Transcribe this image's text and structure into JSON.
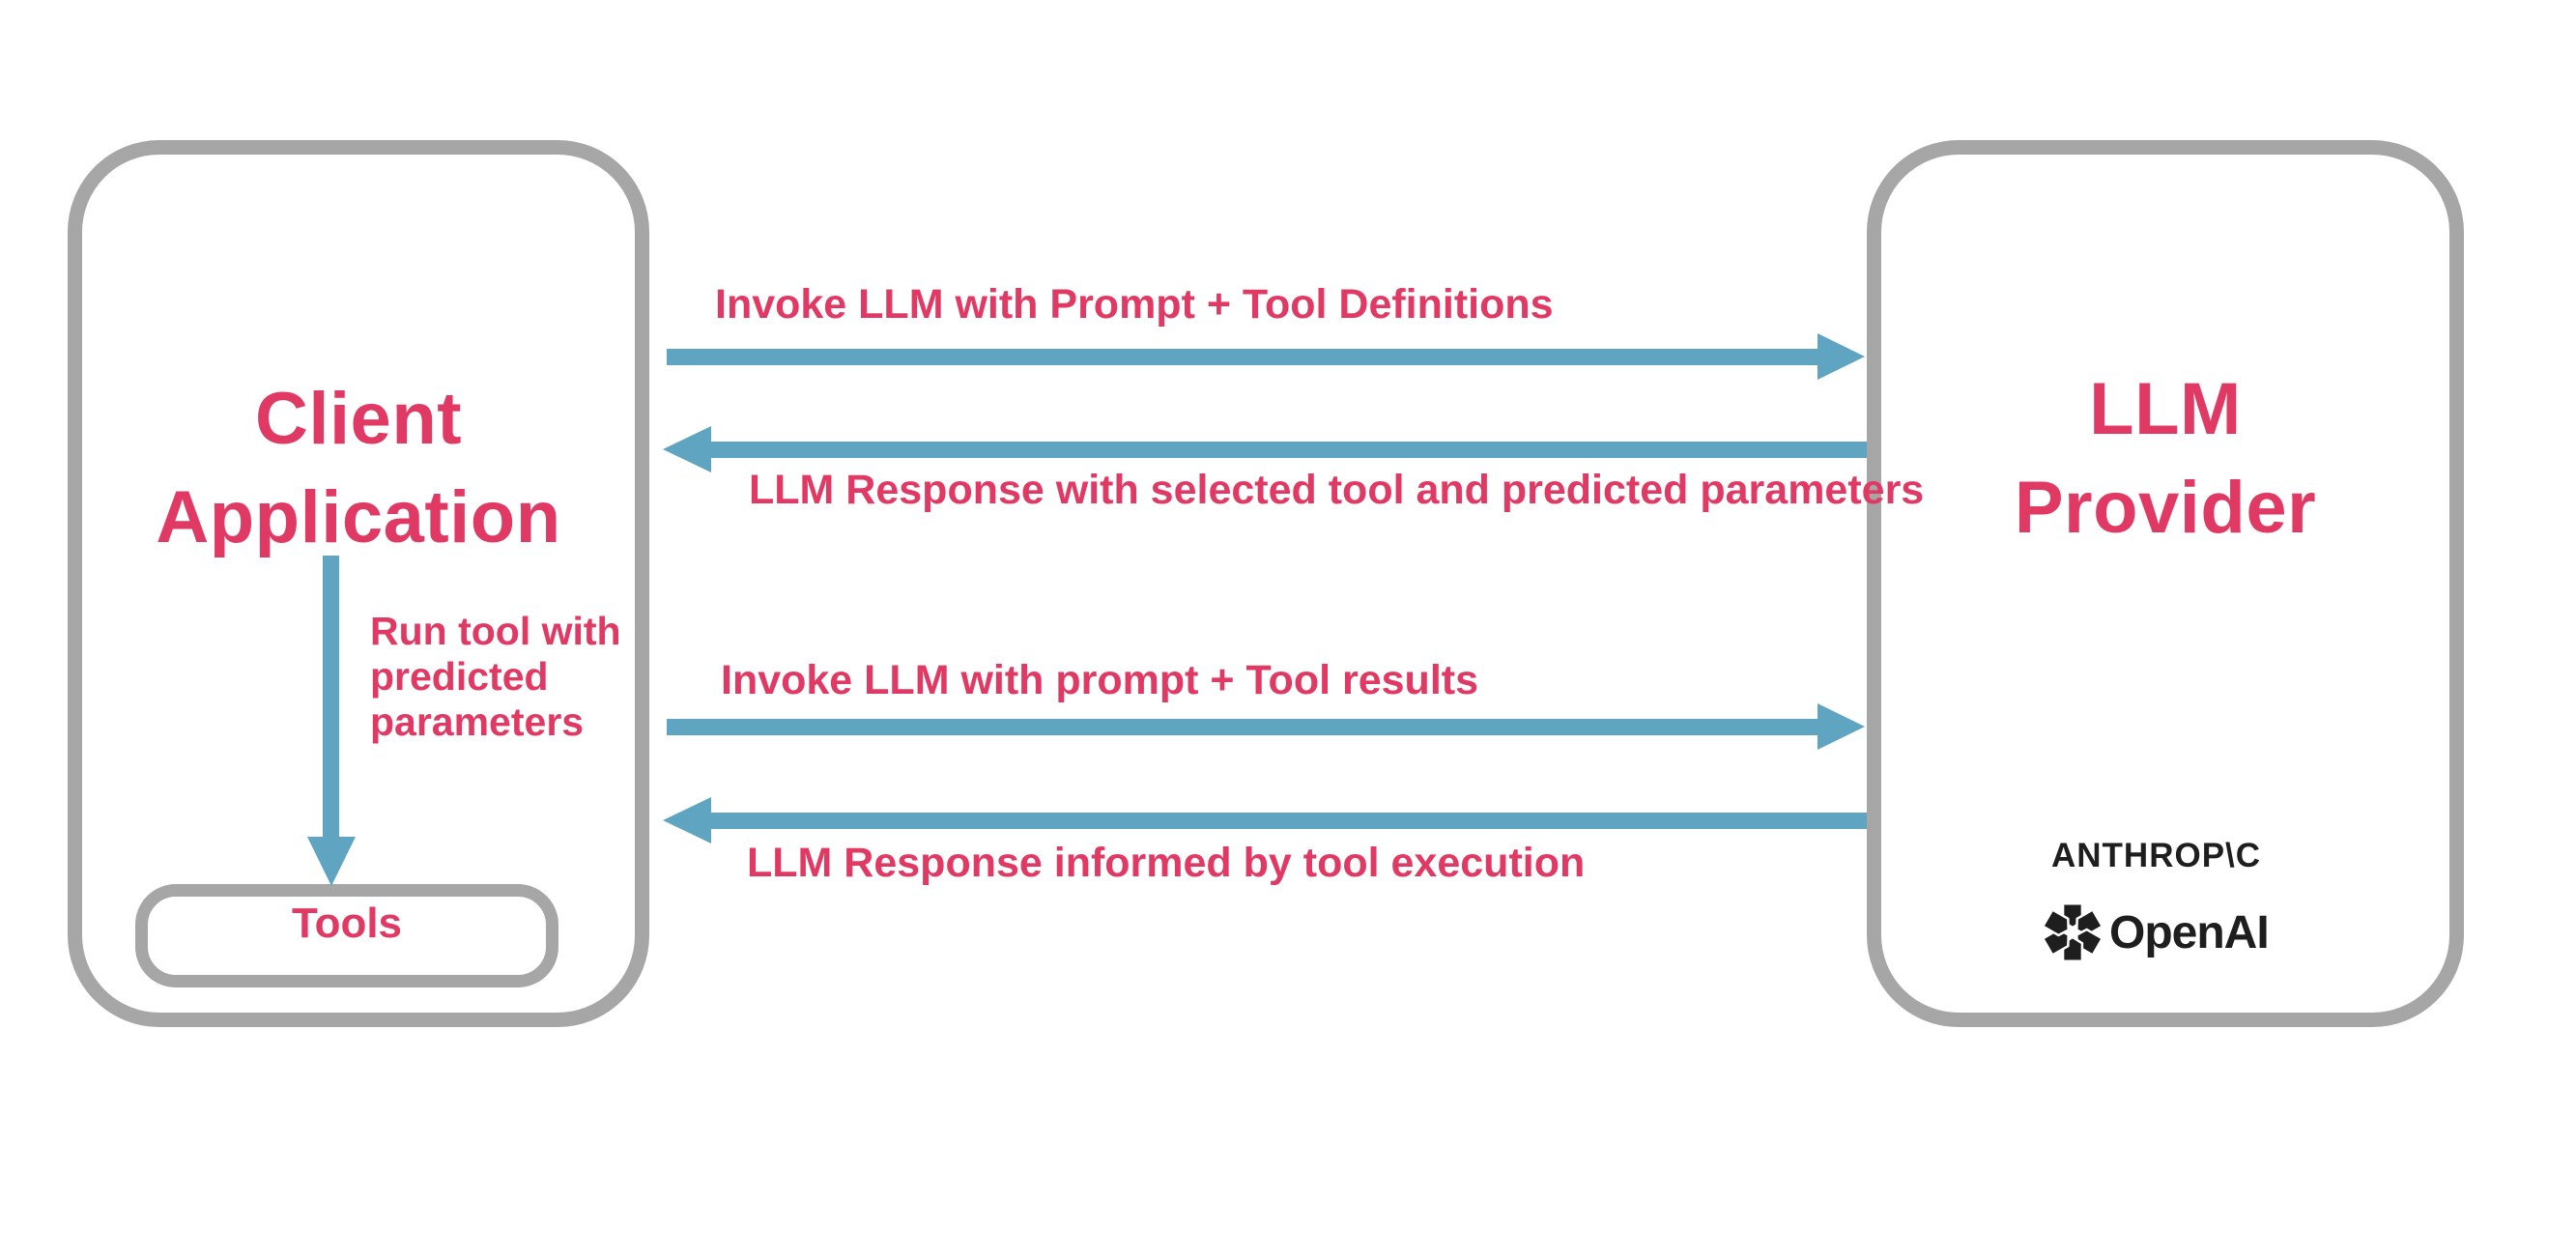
{
  "theme": {
    "pink": "#e03a64",
    "blue": "#5fa5c2",
    "gray": "#a6a6a6",
    "dark": "#1e1e1e",
    "background": "#ffffff"
  },
  "client_box": {
    "title_line1": "Client",
    "title_line2": "Application",
    "tools_label": "Tools"
  },
  "provider_box": {
    "title_line1": "LLM",
    "title_line2": "Provider",
    "anthropic_logo_text": "ANTHROP\\C",
    "openai_logo_text": "OpenAI",
    "openai_icon": "openai-flower-icon"
  },
  "flow_arrows": {
    "top_request": {
      "direction": "right",
      "label": "Invoke LLM with Prompt + Tool Definitions"
    },
    "top_response": {
      "direction": "left",
      "label": "LLM Response with selected tool and predicted parameters"
    },
    "bottom_request": {
      "direction": "right",
      "label": "Invoke LLM with prompt + Tool results"
    },
    "bottom_response": {
      "direction": "left",
      "label": "LLM Response informed by tool execution"
    }
  },
  "run_tool_arrow": {
    "direction": "down",
    "label_lines": [
      "Run tool with",
      "predicted",
      "parameters"
    ]
  }
}
